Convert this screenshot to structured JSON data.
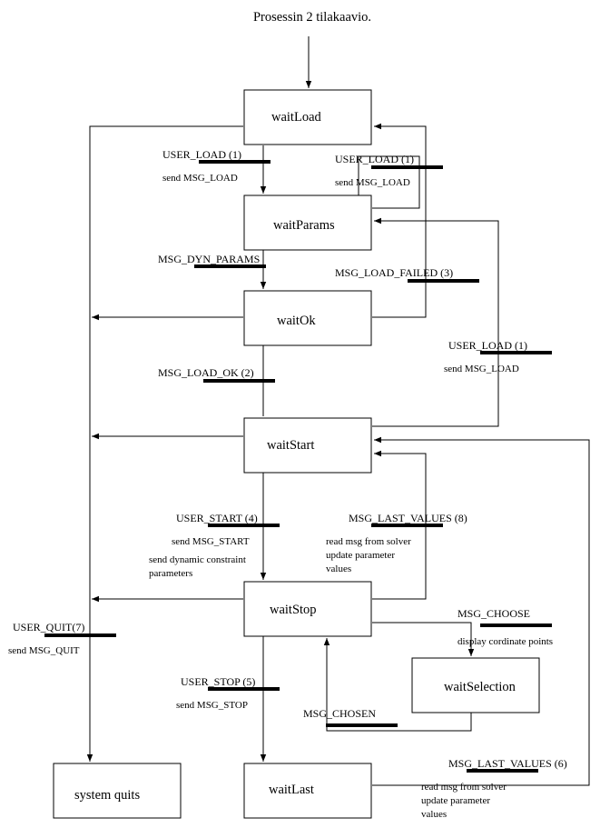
{
  "title": "Prosessin 2 tilakaavio.",
  "states": {
    "waitLoad": "waitLoad",
    "waitParams": "waitParams",
    "waitOk": "waitOk",
    "waitStart": "waitStart",
    "waitStop": "waitStop",
    "waitSelection": "waitSelection",
    "waitLast": "waitLast",
    "systemQuits": "system quits"
  },
  "transitions": {
    "t1": {
      "event": "USER_LOAD (1)",
      "action": "send MSG_LOAD"
    },
    "t2": {
      "event": "USER_LOAD (1)",
      "action": "send MSG_LOAD"
    },
    "t3": {
      "event": "MSG_DYN_PARAMS"
    },
    "t4": {
      "event": "MSG_LOAD_FAILED (3)"
    },
    "t5": {
      "event": "USER_LOAD (1)",
      "action": "send MSG_LOAD"
    },
    "t6": {
      "event": "MSG_LOAD_OK (2)"
    },
    "t7": {
      "event": "USER_START (4)",
      "action": "send MSG_START",
      "action2": "send dynamic constraint",
      "action3": "parameters"
    },
    "t8": {
      "event": "MSG_LAST_VALUES (8)",
      "action": "read msg from solver",
      "action2": "update parameter",
      "action3": "values"
    },
    "t9": {
      "event": "USER_QUIT(7)",
      "action": "send MSG_QUIT"
    },
    "t10": {
      "event": "MSG_CHOOSE",
      "action": "display cordinate points"
    },
    "t11": {
      "event": "USER_STOP (5)",
      "action": "send MSG_STOP"
    },
    "t12": {
      "event": "MSG_CHOSEN"
    },
    "t13": {
      "event": "MSG_LAST_VALUES (6)",
      "action": "read msg from solver",
      "action2": "update parameter",
      "action3": "values"
    }
  }
}
